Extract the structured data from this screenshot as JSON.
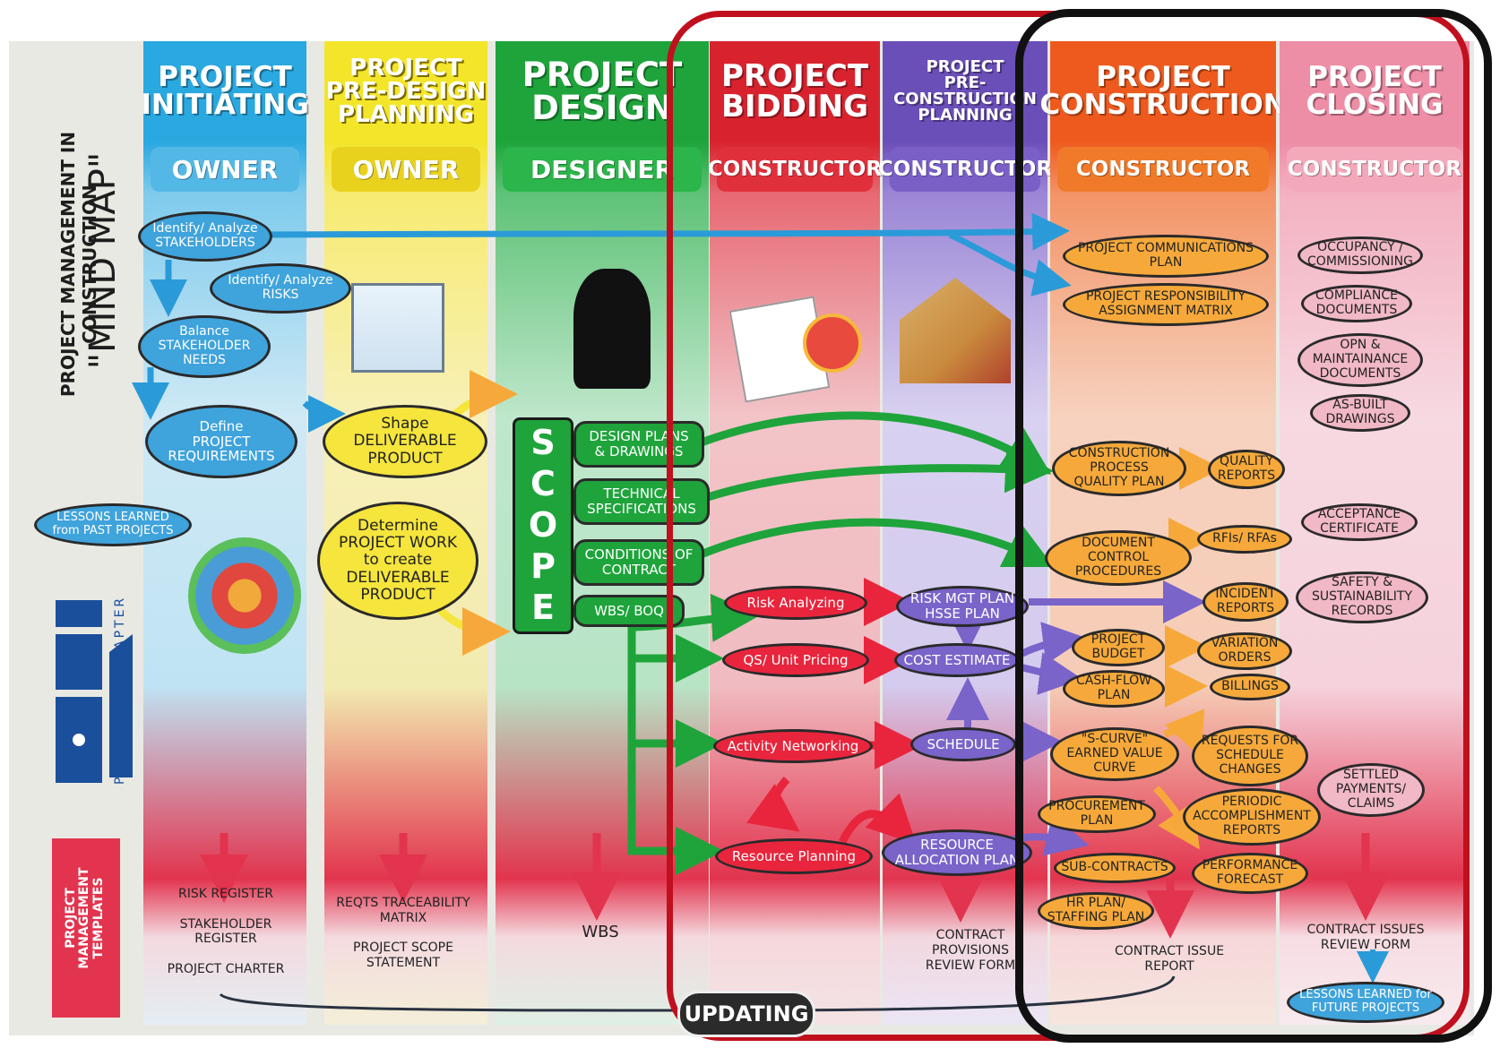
{
  "main_title": "PROJECT MANAGEMENT IN CONSTRUCTION",
  "mind_map_label": "\"MIND MAP\"",
  "pmi_chapter_label": "PHILIPPINES CHAPTER",
  "templates_side_label": "PROJECT\nMANAGEMENT\nTEMPLATES",
  "updating_label": "UPDATING",
  "colors": {
    "initiating": "#2aa8e0",
    "predesign": "#f3e52a",
    "design": "#1ea43b",
    "bidding": "#d8232f",
    "preconstruction": "#6b4fb8",
    "construction": "#ee5a1e",
    "closing": "#ee8da6",
    "frame_red": "#c0101e",
    "frame_black": "#111111"
  },
  "phases": [
    {
      "title": "PROJECT\nINITIATING",
      "role": "OWNER"
    },
    {
      "title": "PROJECT\nPRE-DESIGN\nPLANNING",
      "role": "OWNER"
    },
    {
      "title": "PROJECT\nDESIGN",
      "role": "DESIGNER"
    },
    {
      "title": "PROJECT\nBIDDING",
      "role": "CONSTRUCTOR"
    },
    {
      "title": "PROJECT\nPRE-CONSTRUCTION\nPLANNING",
      "role": "CONSTRUCTOR"
    },
    {
      "title": "PROJECT\nCONSTRUCTION",
      "role": "CONSTRUCTOR"
    },
    {
      "title": "PROJECT\nCLOSING",
      "role": "CONSTRUCTOR"
    }
  ],
  "initiating": {
    "identify_stakeholders": "Identify/ Analyze\nSTAKEHOLDERS",
    "identify_risks": "Identify/ Analyze\nRISKS",
    "balance_needs": "Balance\nSTAKEHOLDER\nNEEDS",
    "define_requirements": "Define\nPROJECT\nREQUIREMENTS",
    "lessons_learned": "LESSONS LEARNED\nfrom PAST PROJECTS",
    "templates": "RISK REGISTER\n\nSTAKEHOLDER\nREGISTER\n\nPROJECT CHARTER"
  },
  "predesign": {
    "shape_deliverable": "Shape\nDELIVERABLE\nPRODUCT",
    "determine_work": "Determine\nPROJECT WORK\nto create\nDELIVERABLE\nPRODUCT",
    "templates": "REQTS TRACEABILITY\nMATRIX\n\nPROJECT SCOPE\nSTATEMENT"
  },
  "design": {
    "scope_label": "SCOPE",
    "scope_items": [
      "DESIGN PLANS\n& DRAWINGS",
      "TECHNICAL\nSPECIFICATIONS",
      "CONDITIONS OF\nCONTRACT",
      "WBS/ BOQ"
    ],
    "templates": "WBS"
  },
  "bidding": {
    "risk_analyzing": "Risk Analyzing",
    "qs_unit_pricing": "QS/ Unit Pricing",
    "activity_networking": "Activity Networking",
    "resource_planning": "Resource Planning"
  },
  "preconstruction": {
    "risk_mgt_plan": "RISK MGT PLAN\nHSSE PLAN",
    "cost_estimate": "COST ESTIMATE",
    "schedule": "SCHEDULE",
    "resource_allocation": "RESOURCE\nALLOCATION PLAN",
    "templates": "CONTRACT\nPROVISIONS\nREVIEW FORM"
  },
  "construction": {
    "communications_plan": "PROJECT COMMUNICATIONS\nPLAN",
    "responsibility_matrix": "PROJECT RESPONSIBILITY\nASSIGNMENT MATRIX",
    "quality_plan": "CONSTRUCTION\nPROCESS\nQUALITY PLAN",
    "quality_reports": "QUALITY\nREPORTS",
    "doc_control": "DOCUMENT\nCONTROL\nPROCEDURES",
    "rfis": "RFIs/ RFAs",
    "incident_reports": "INCIDENT\nREPORTS",
    "project_budget": "PROJECT\nBUDGET",
    "variation_orders": "VARIATION\nORDERS",
    "cash_flow": "CASH-FLOW\nPLAN",
    "billings": "BILLINGS",
    "s_curve": "\"S-CURVE\"\nEARNED VALUE\nCURVE",
    "schedule_changes": "REQUESTS FOR\nSCHEDULE\nCHANGES",
    "procurement_plan": "PROCUREMENT\nPLAN",
    "periodic_reports": "PERIODIC\nACCOMPLISHMENT\nREPORTS",
    "sub_contracts": "SUB-CONTRACTS",
    "performance_forecast": "PERFORMANCE\nFORECAST",
    "hr_plan": "HR PLAN/\nSTAFFING PLAN",
    "templates": "CONTRACT ISSUE\nREPORT"
  },
  "closing": {
    "occupancy": "OCCUPANCY /\nCOMMISSIONING",
    "compliance": "COMPLIANCE\nDOCUMENTS",
    "opn_maintenance": "OPN &\nMAINTAINANCE\nDOCUMENTS",
    "as_built": "AS-BUILT\nDRAWINGS",
    "acceptance": "ACCEPTANCE\nCERTIFICATE",
    "safety_records": "SAFETY &\nSUSTAINABILITY\nRECORDS",
    "settled_payments": "SETTLED\nPAYMENTS/\nCLAIMS",
    "templates_review": "CONTRACT ISSUES\nREVIEW FORM",
    "templates_lessons": "LESSONS LEARNED for\nFUTURE PROJECTS"
  }
}
